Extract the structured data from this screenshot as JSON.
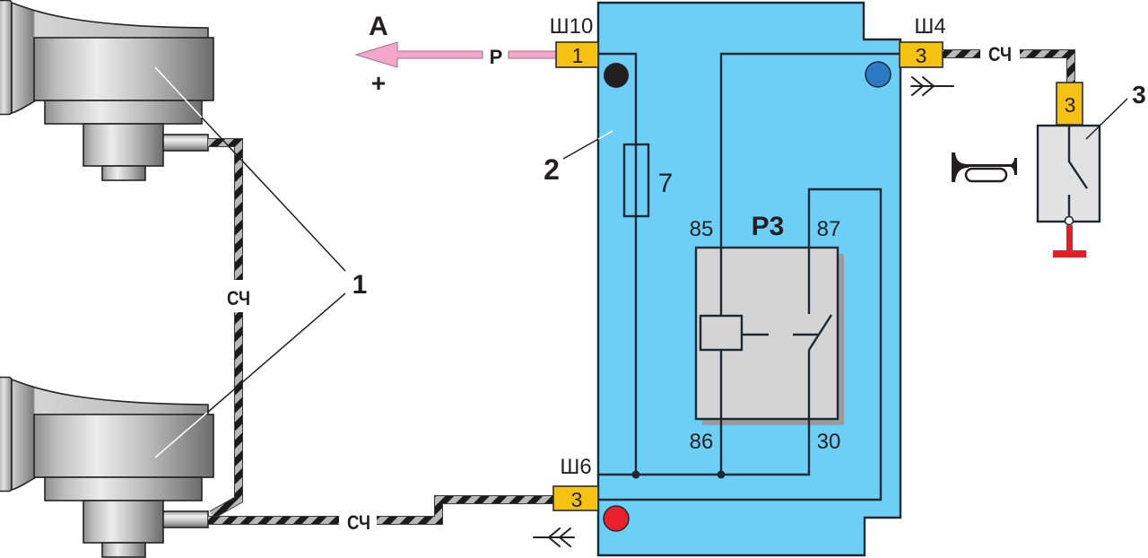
{
  "colors": {
    "control_block_fill": "#6dcff6",
    "connector_fill": "#f5c211",
    "power_wire": "#f3a7c9",
    "ground": "#e31e24",
    "indicator_black": "#231f20",
    "indicator_blue": "#2b7bc4",
    "indicator_red": "#e8202a",
    "relay_body": "#d4d4d4",
    "relay_shadow": "#9b9b9b",
    "switch_body": "#e2e2e2"
  },
  "icons": {
    "horn_signal": "horn-icon",
    "ground": "ground-icon",
    "connector_sh4": "plug-connector-icon",
    "connector_sh6": "socket-connector-icon"
  },
  "callouts": {
    "horns": "1",
    "control_block": "2",
    "horn_switch": "3"
  },
  "power_input": {
    "label": "A",
    "polarity": "+",
    "wire_color_code": "Р"
  },
  "connectors": {
    "sh10": {
      "name": "Ш10",
      "pin": "1"
    },
    "sh4": {
      "name": "Ш4",
      "pin": "3"
    },
    "sh6": {
      "name": "Ш6",
      "pin": "3"
    },
    "switch": {
      "pin": "3"
    }
  },
  "wires": {
    "horn_to_horn": {
      "color_code": "СЧ"
    },
    "horns_to_sh6": {
      "color_code": "СЧ"
    },
    "sh4_to_switch": {
      "color_code": "СЧ"
    }
  },
  "control_block": {
    "fuse": {
      "number": "7"
    },
    "relay": {
      "name": "Р3",
      "pins": {
        "coil_top": "85",
        "coil_bottom": "86",
        "contact_top": "87",
        "contact_bottom": "30"
      }
    }
  }
}
